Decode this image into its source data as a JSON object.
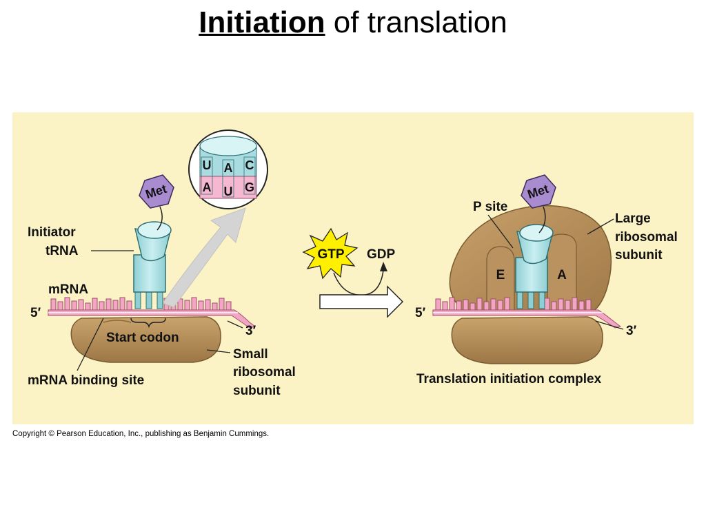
{
  "title": {
    "keyword": "Initiation",
    "rest": " of translation"
  },
  "left": {
    "met": "Met",
    "initiator_trna": [
      "Initiator",
      "tRNA"
    ],
    "mrna": "mRNA",
    "five_prime": "5′",
    "three_prime": "3′",
    "start_codon": "Start codon",
    "mrna_binding_site": "mRNA binding site",
    "small_subunit": [
      "Small",
      "ribosomal",
      "subunit"
    ],
    "anticodon": [
      "U",
      "A",
      "C"
    ],
    "codon": [
      "A",
      "U",
      "G"
    ]
  },
  "middle": {
    "gtp": "GTP",
    "gdp": "GDP"
  },
  "right": {
    "met": "Met",
    "p_site": "P site",
    "large_subunit": [
      "Large",
      "ribosomal",
      "subunit"
    ],
    "e_site": "E",
    "a_site": "A",
    "five_prime": "5′",
    "three_prime": "3′",
    "complex_caption": "Translation initiation complex"
  },
  "copyright": "Copyright © Pearson Education, Inc., publishing as Benjamin Cummings.",
  "colors": {
    "panel": "#fbf3c6",
    "ribosome": "#b08a55",
    "trna": "#a8dce0",
    "met": "#a98bd0",
    "mrna": "#f3a6c3",
    "gtp": "#fff000"
  }
}
